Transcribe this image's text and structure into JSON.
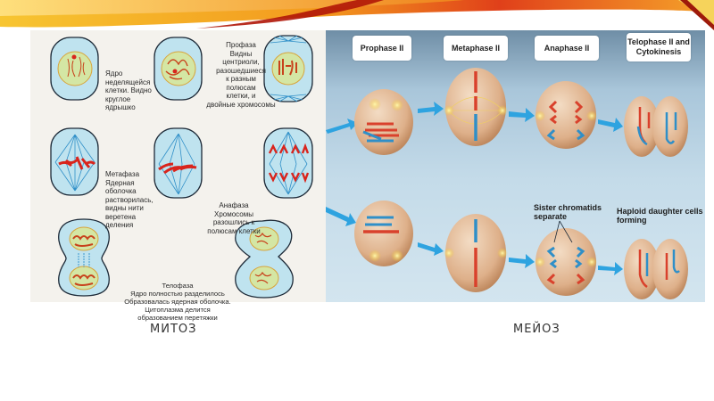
{
  "mitosis": {
    "caption": "МИТОЗ",
    "stages": [
      {
        "id": "interphase",
        "text": "Ядро\nнеделящейся\nклетки. Видно\nкруглое\nядрышко"
      },
      {
        "id": "prophase",
        "text": "Профаза\nВидны\nцентриоли,\nразошедшиеся\nк разным\nполюсам\nклетки, и\nдвойные хромосомы"
      },
      {
        "id": "metaphase",
        "text": "Метафаза\nЯдерная\nоболочка\nрастворилась,\nвидны нити\nверетена\nделения"
      },
      {
        "id": "anaphase",
        "text": "Анафаза\nХромосомы\nразошлись к\nполюсам клетки"
      },
      {
        "id": "telophase",
        "text": "Телофаза\nЯдро полностью разделилось\nОбразовалась ядерная оболочка.\nЦитоплазма делится\nобразованием перетяжки"
      }
    ]
  },
  "meiosis": {
    "caption": "МЕЙОЗ",
    "phases": [
      "Prophase II",
      "Metaphase II",
      "Anaphase II",
      "Telophase II and Cytokinesis"
    ],
    "annotations": {
      "sister": "Sister chromatids separate",
      "haploid": "Haploid daughter cells forming"
    }
  },
  "colors": {
    "chromosome_red": "#d9412c",
    "chromosome_blue": "#2f8fc8",
    "cell_beige": "#e3b58e",
    "arrow_blue": "#2ea3e0",
    "mitosis_cell": "#bfe3ef",
    "nucleus_green": "#d4e6a4"
  }
}
